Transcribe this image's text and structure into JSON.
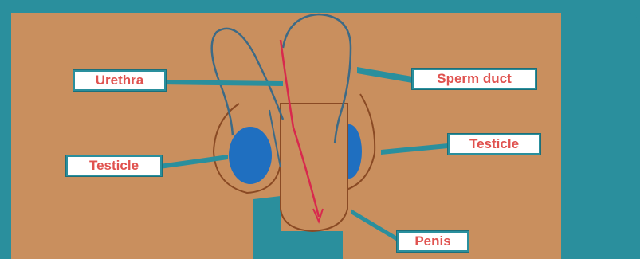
{
  "colors": {
    "background": "#2a8f9d",
    "skin": "#c98f5e",
    "outline": "#8a4a24",
    "duct": "#3c6a86",
    "testicle": "#1f6fc0",
    "urethra": "#d8294d",
    "pointer": "#2a8f9d",
    "label_text": "#e0524f",
    "label_bg": "#ffffff"
  },
  "labels": {
    "urethra": "Urethra",
    "sperm_duct": "Sperm duct",
    "testicle_left": "Testicle",
    "testicle_right": "Testicle",
    "penis": "Penis"
  }
}
